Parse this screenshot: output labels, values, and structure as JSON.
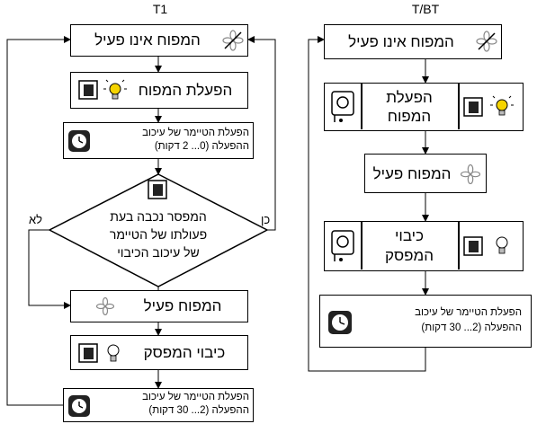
{
  "titles": {
    "left": "T1",
    "right": "T/BT"
  },
  "left": {
    "fan_off": "המפוח אינו פעיל",
    "fan_start": "הפעלת המפוח",
    "timer1_line1": "הפעלת הטיימר של עיכוב",
    "timer1_line2": "ההפעלה (0... 2 דקות)",
    "decision_line1": "המפסר נכבה בעת",
    "decision_line2": "פעולתו של הטיימר",
    "decision_line3": "של עיכוב הכיבוי",
    "yes": "כן",
    "no": "לא",
    "fan_on": "המפוח פעיל",
    "switch_off": "כיבוי המפסק",
    "timer2_line1": "הפעלת הטיימר של עיכוב",
    "timer2_line2": "ההפעלה (2... 30 דקות)"
  },
  "right": {
    "fan_off": "המפוח אינו פעיל",
    "fan_start_line1": "הפעלת",
    "fan_start_line2": "המפוח",
    "fan_on": "המפוח פעיל",
    "switch_off_line1": "כיבוי",
    "switch_off_line2": "המפסק",
    "timer_line1": "הפעלת הטיימר של עיכוב",
    "timer_line2": "ההפעלה (2... 30 דקות)"
  },
  "icons": [
    "fan-icon",
    "wall-switch-icon",
    "lit-bulb-icon",
    "unlit-bulb-icon",
    "timer-clock-icon",
    "humidistat-icon"
  ]
}
